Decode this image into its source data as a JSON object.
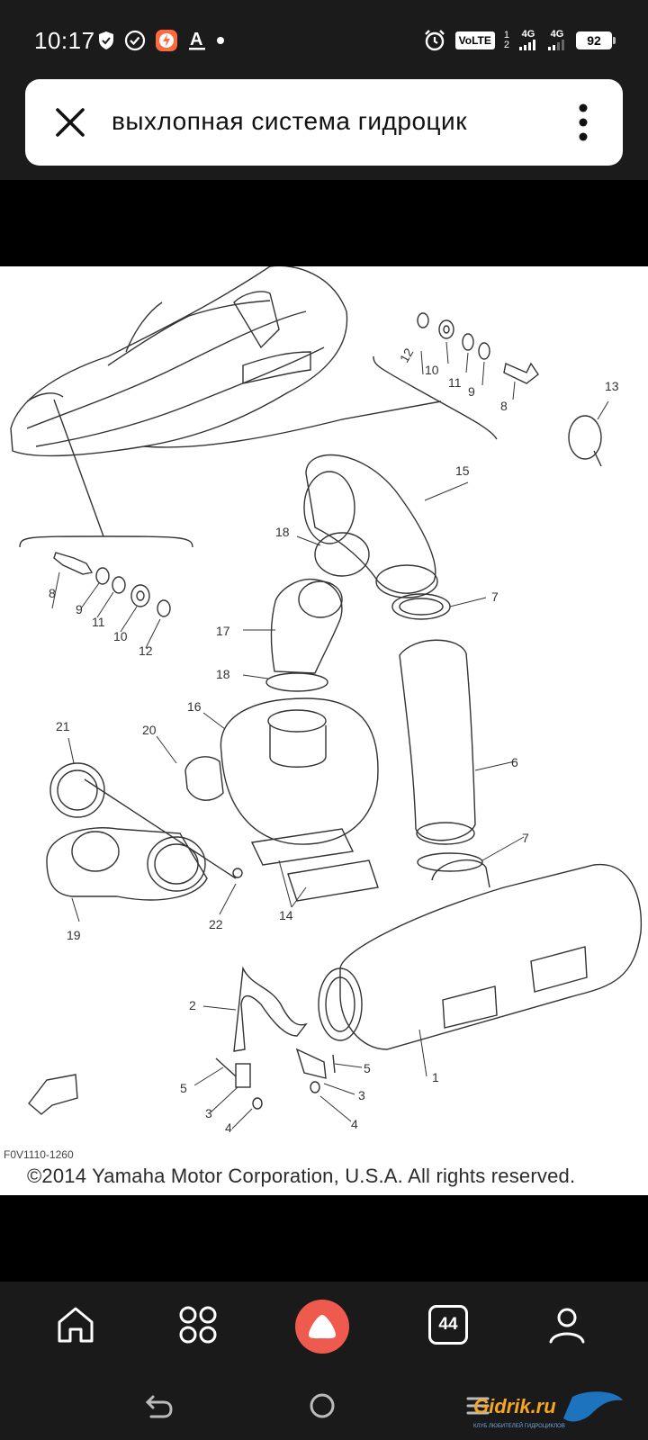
{
  "status_bar": {
    "time": "10:17",
    "volte": "VoLTE",
    "sim_top": "1",
    "sim_bottom": "2",
    "net1": "4G",
    "net2": "4G",
    "battery": "92"
  },
  "search": {
    "query": "выхлопная система гидроцик"
  },
  "diagram": {
    "figure_code": "F0V1110-1260",
    "copyright": "©2014 Yamaha Motor Corporation, U.S.A. All rights reserved.",
    "callouts": [
      "12",
      "10",
      "11",
      "9",
      "8",
      "13",
      "15",
      "18",
      "7",
      "8",
      "9",
      "11",
      "10",
      "12",
      "17",
      "18",
      "16",
      "21",
      "20",
      "6",
      "7",
      "19",
      "22",
      "14",
      "2",
      "5",
      "3",
      "4",
      "1",
      "5",
      "3",
      "4"
    ]
  },
  "bottom_nav": {
    "tabs_count": "44"
  },
  "watermark": {
    "text": "Gidrik.ru",
    "subtitle": "КЛУБ ЛЮБИТЕЛЕЙ ГИДРОЦИКЛОВ"
  },
  "colors": {
    "alice_accent": "#ef5a4e",
    "bar_background": "#1b1b1b"
  }
}
